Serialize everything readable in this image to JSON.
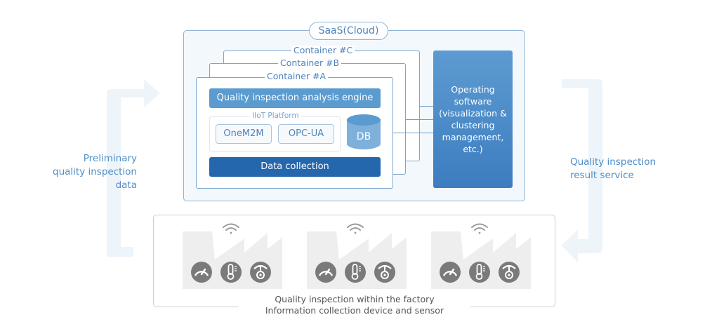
{
  "colors": {
    "accent_light": "#5b9bd0",
    "accent_dark": "#2467ac",
    "label_blue": "#4f84bd",
    "arrow_fill": "#edf4fa",
    "factory_fill": "#eeeeee",
    "icon_gray": "#7a7a7a"
  },
  "cloud": {
    "title": "SaaS(Cloud)",
    "containers": [
      {
        "label": "Container #C"
      },
      {
        "label": "Container #B"
      },
      {
        "label": "Container #A"
      }
    ],
    "engine_label": "Quality inspection analysis engine",
    "iiot": {
      "label": "IIoT Platform",
      "protocols": [
        "OneM2M",
        "OPC-UA"
      ]
    },
    "db_label": "DB",
    "data_collection_label": "Data collection",
    "operating_software": "Operating software (visualization & clustering management, etc.)"
  },
  "flows": {
    "left_label": "Preliminary quality inspection data",
    "right_label": "Quality inspection result service"
  },
  "factory_zone": {
    "caption_line1": "Quality inspection within the factory",
    "caption_line2": "Information collection device and sensor",
    "factories": [
      {
        "icons": [
          "wifi-icon",
          "gauge-icon",
          "thermometer-icon",
          "sensor-icon"
        ]
      },
      {
        "icons": [
          "wifi-icon",
          "gauge-icon",
          "thermometer-icon",
          "sensor-icon"
        ]
      },
      {
        "icons": [
          "wifi-icon",
          "gauge-icon",
          "thermometer-icon",
          "sensor-icon"
        ]
      }
    ]
  }
}
